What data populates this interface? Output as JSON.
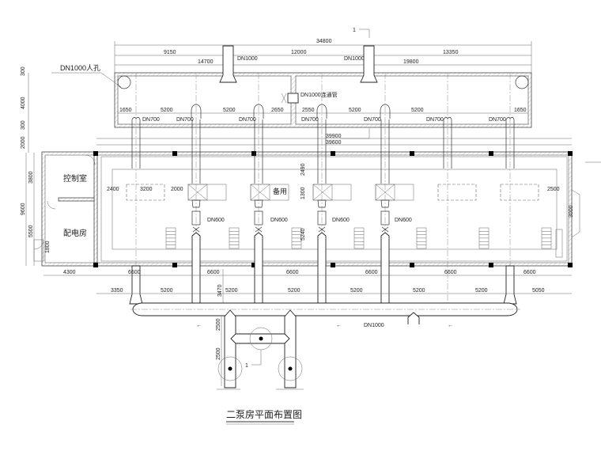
{
  "drawing": {
    "title": "二泵房平面布置图",
    "section_mark": "1",
    "detail_mark": "1"
  },
  "rooms": {
    "control_room": "控制室",
    "power_room": "配电房",
    "standby": "备用"
  },
  "labels": {
    "manhole": "DN1000人孔",
    "connecting_pipe": "DN1000连通管",
    "inlet_left": "DN1000",
    "inlet_right": "DN1000",
    "header": "DN1000",
    "suction": [
      "DN700",
      "DN700",
      "DN700",
      "DN700",
      "DN700",
      "DN700",
      "DN700"
    ],
    "discharge": [
      "DN600",
      "DN600",
      "DN600",
      "DN600"
    ]
  },
  "dimensions": {
    "top_total": "34800",
    "top_row1": [
      "9150",
      "12000",
      "13350"
    ],
    "top_row2": [
      "14700",
      "19800"
    ],
    "tank_row": [
      "1650",
      "5200",
      "5200",
      "2650",
      "2550",
      "5200",
      "5200",
      "1650"
    ],
    "building_len": [
      "39900",
      "39600"
    ],
    "left_vertical": [
      "300",
      "4000",
      "300",
      "2000"
    ],
    "building_vertical": [
      "9600",
      "3800",
      "5500",
      "1800"
    ],
    "interior_vertical": [
      "2490",
      "1300",
      "5240"
    ],
    "right_vertical": "3000",
    "pump_row": [
      "2400",
      "3200",
      "2000",
      "2500"
    ],
    "bottom_row1": [
      "4300",
      "6600",
      "6600",
      "6600",
      "6600",
      "6600",
      "6600"
    ],
    "bottom_row2": [
      "3350",
      "5200",
      "5200",
      "5200",
      "5200",
      "5200",
      "5200",
      "5050"
    ],
    "header_offset": "3470",
    "outlet_vertical": [
      "2500",
      "2500"
    ]
  }
}
